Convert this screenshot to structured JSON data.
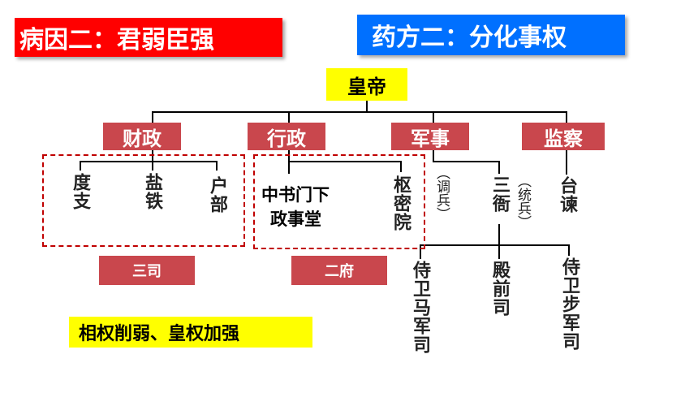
{
  "header": {
    "left_title": "病因二：君弱臣强",
    "right_title": "药方二：分化事权"
  },
  "root": {
    "label": "皇帝"
  },
  "categories": {
    "finance": "财政",
    "admin": "行政",
    "military": "军事",
    "supervision": "监察"
  },
  "finance_children": [
    "度支",
    "盐铁",
    "户部"
  ],
  "admin_children": {
    "zhongshu": "中书门下",
    "zhengshitang": "政事堂",
    "shumiyuan": "枢密院"
  },
  "military_children": {
    "diaobing": "（调兵）",
    "sanya": "三衙",
    "tongbing": "（统兵）",
    "sub": [
      "侍卫马军司",
      "殿前司",
      "侍卫步军司"
    ]
  },
  "supervision_children": [
    "台谏"
  ],
  "group_labels": {
    "sansi": "三司",
    "erfu": "二府"
  },
  "conclusion": "相权削弱、皇权加强",
  "colors": {
    "red": "#ff0000",
    "blue": "#0070ff",
    "yellow": "#ffff00",
    "category": "#c9474d",
    "dash": "#c00000"
  }
}
